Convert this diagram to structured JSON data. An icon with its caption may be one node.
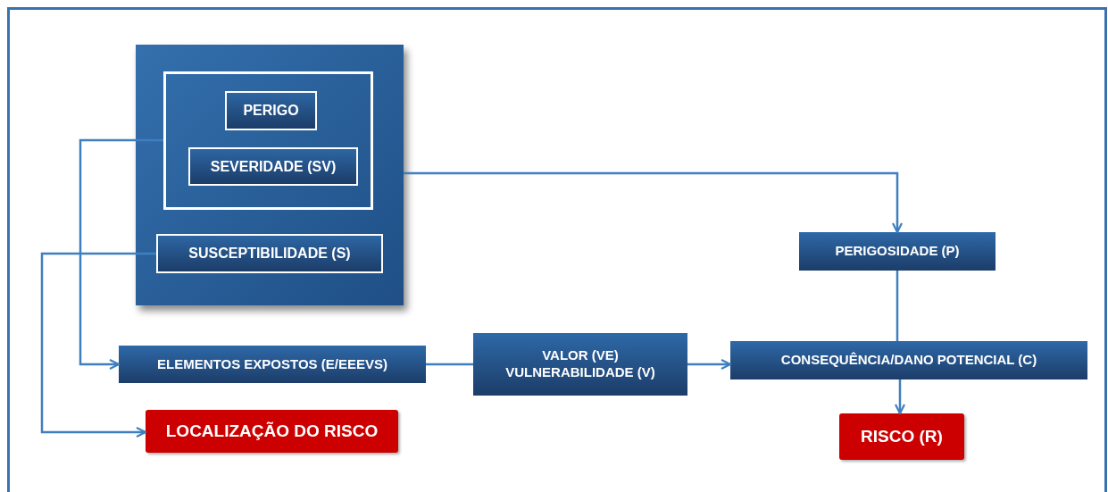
{
  "diagram": {
    "nodes": [
      {
        "text": [],
        "shape": "box"
      },
      {
        "text": [],
        "shape": "box",
        "in": 0
      },
      {
        "text": [
          "PERIGO"
        ],
        "in": 1
      },
      {
        "text": [
          "SEVERIDADE (SV)"
        ],
        "in": 1
      },
      {
        "text": [
          "SUSCEPTIBILIDADE (S)"
        ],
        "in": 0
      },
      {
        "text": [
          "PERIGOSIDADE (P)"
        ]
      },
      {
        "text": [
          "ELEMENTOS EXPOSTOS (E/EEEVS)"
        ]
      },
      {
        "text": [
          "VALOR (VE) VULNERABILIDADE (V)"
        ]
      },
      {
        "text": [
          "CONSEQUÊNCIA/DANO POTENCIAL (C)"
        ]
      },
      {
        "text": [
          "LOCALIZAÇÃO DO RISCO"
        ]
      },
      {
        "text": [
          "RISCO (R)"
        ]
      }
    ],
    "edges": [
      {
        "from": 1,
        "to": 6,
        "arrow": "to"
      },
      {
        "from": 4,
        "to": 9,
        "arrow": "to"
      },
      {
        "from": 0,
        "to": 5,
        "arrow": "to"
      },
      {
        "from": 6,
        "to": 7,
        "arrow": "none"
      },
      {
        "from": 7,
        "to": 8,
        "arrow": "to"
      },
      {
        "from": 5,
        "to": 8,
        "arrow": "none"
      },
      {
        "from": 8,
        "to": 10,
        "arrow": "to"
      }
    ]
  }
}
